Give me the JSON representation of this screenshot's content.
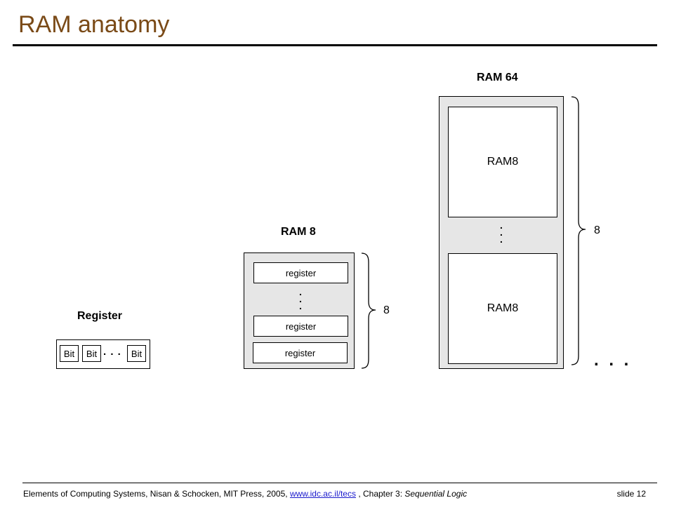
{
  "slide": {
    "title": "RAM anatomy",
    "footer": {
      "prefix": "Elements of Computing Systems, Nisan & Schocken, MIT Press, 2005,",
      "link": "www.idc.ac.il/tecs",
      "middle": ", Chapter 3:",
      "chapter": "Sequential Logic"
    },
    "slide_number": "slide 12"
  },
  "register_block": {
    "heading": "Register",
    "bits": [
      "Bit",
      "Bit",
      "Bit"
    ],
    "ellipsis": ". . ."
  },
  "ram8_block": {
    "heading": "RAM 8",
    "items": [
      "register",
      "register",
      "register"
    ],
    "count": "8"
  },
  "ram64_block": {
    "heading": "RAM 64",
    "items": [
      "RAM8",
      "RAM8"
    ],
    "count": "8",
    "continuation": ". . ."
  }
}
